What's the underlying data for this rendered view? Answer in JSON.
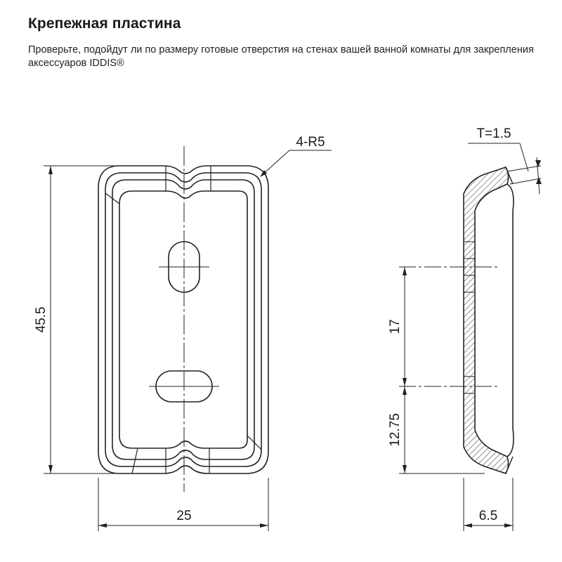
{
  "header": {
    "title": "Крепежная пластина",
    "subtitle": "Проверьте, подойдут ли по размеру готовые отверстия на стенах вашей ванной комнаты для закрепления аксессуаров IDDIS®"
  },
  "dimensions": {
    "height": "45.5",
    "width": "25",
    "corner_radius": "4-R5",
    "thickness": "T=1.5",
    "hole_spacing": "17",
    "bottom_offset": "12.75",
    "depth": "6.5"
  }
}
